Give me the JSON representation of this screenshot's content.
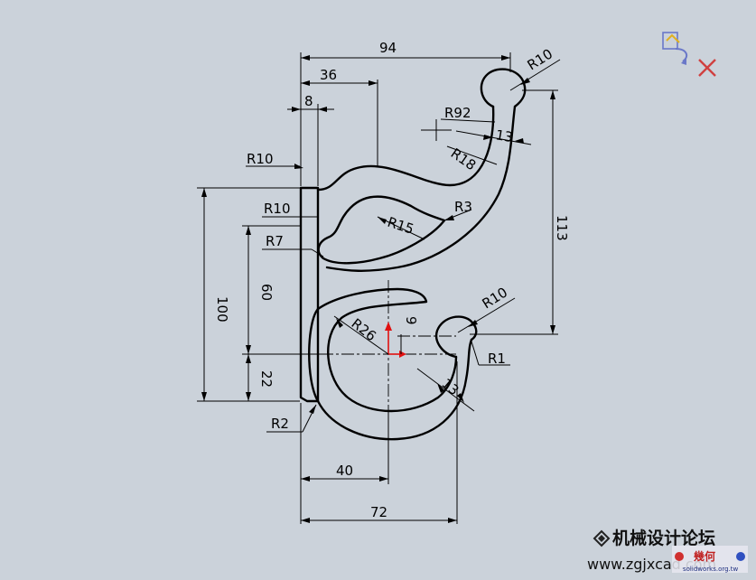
{
  "drawing": {
    "dimensions": {
      "width_94": "94",
      "width_36": "36",
      "width_8": "8",
      "width_40": "40",
      "width_72": "72",
      "height_100": "100",
      "height_60": "60",
      "height_22": "22",
      "height_113": "113",
      "height_9": "9",
      "thickness_13_top": "13",
      "thickness_13_bottom": "13"
    },
    "radii": {
      "r10_top": "R10",
      "r10_left": "R10",
      "r10_mid": "R10",
      "r10_hook": "R10",
      "r92": "R92",
      "r18": "R18",
      "r3": "R3",
      "r15": "R15",
      "r7": "R7",
      "r26": "R26",
      "r1": "R1",
      "r2": "R2"
    }
  },
  "toolbar": {
    "icons": [
      "sketch-confirm-icon",
      "close-sketch-icon"
    ],
    "colors": {
      "accent_blue": "#6a78c8",
      "close_red": "#d04040"
    }
  },
  "watermark": {
    "title": "机械设计论坛",
    "url": "www.zgjxcad.com",
    "badge": "幾何",
    "badge_url": "solidworks.org.tw"
  }
}
